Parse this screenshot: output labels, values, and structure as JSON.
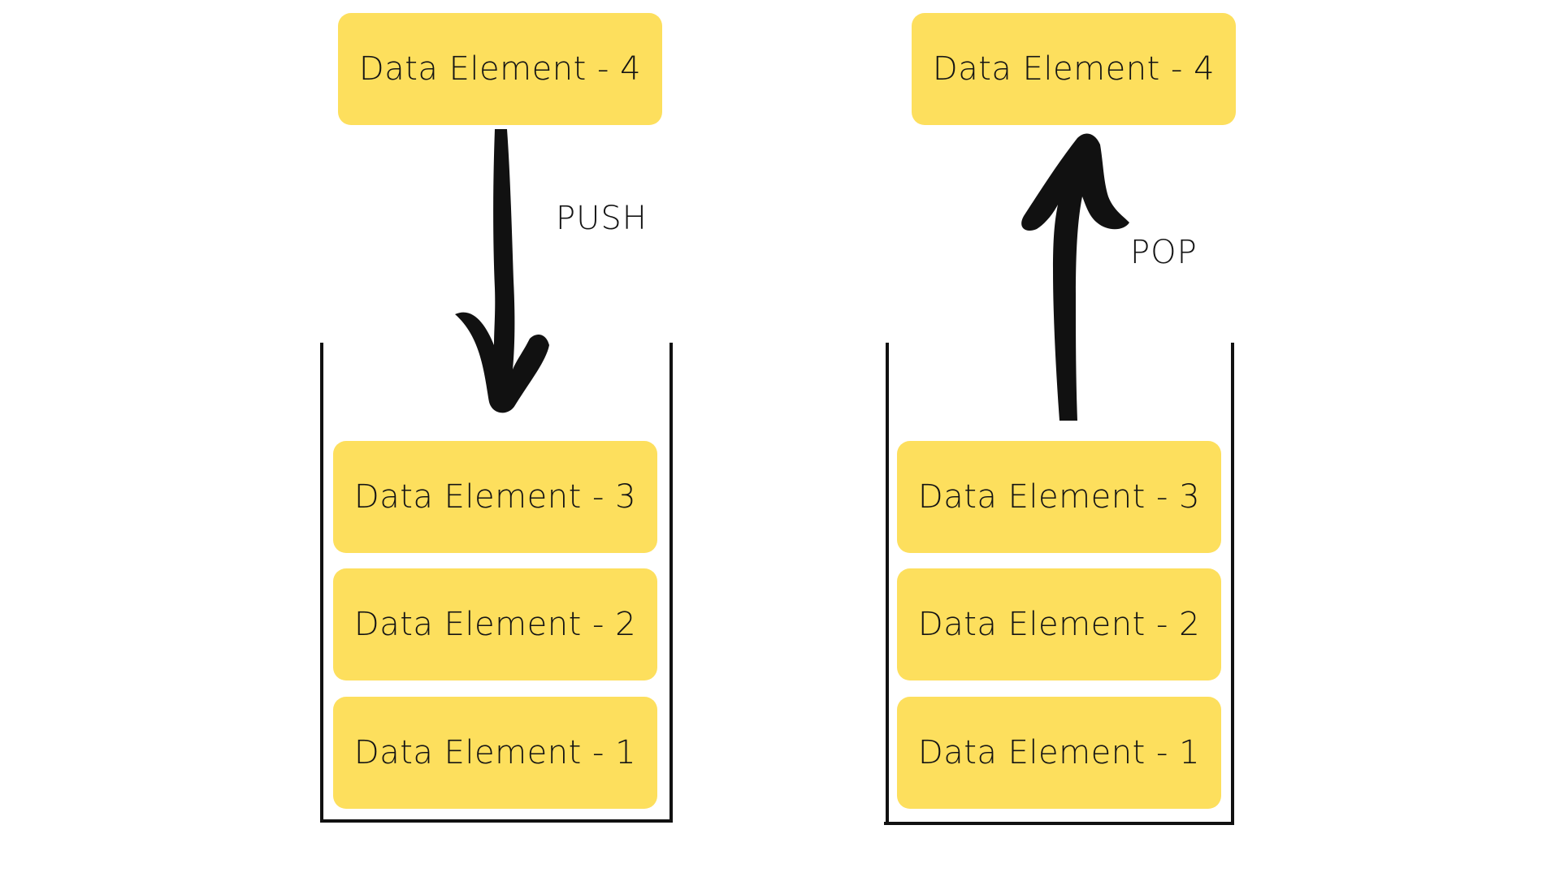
{
  "push_panel": {
    "incoming_element": "Data Element - 4",
    "operation_label": "PUSH",
    "stack": [
      "Data Element - 3",
      "Data Element - 2",
      "Data Element - 1"
    ]
  },
  "pop_panel": {
    "outgoing_element": "Data Element - 4",
    "operation_label": "POP",
    "stack": [
      "Data Element - 3",
      "Data Element - 2",
      "Data Element - 1"
    ]
  },
  "colors": {
    "block_fill": "#fddf5d",
    "ink": "#111111",
    "background": "#ffffff"
  }
}
